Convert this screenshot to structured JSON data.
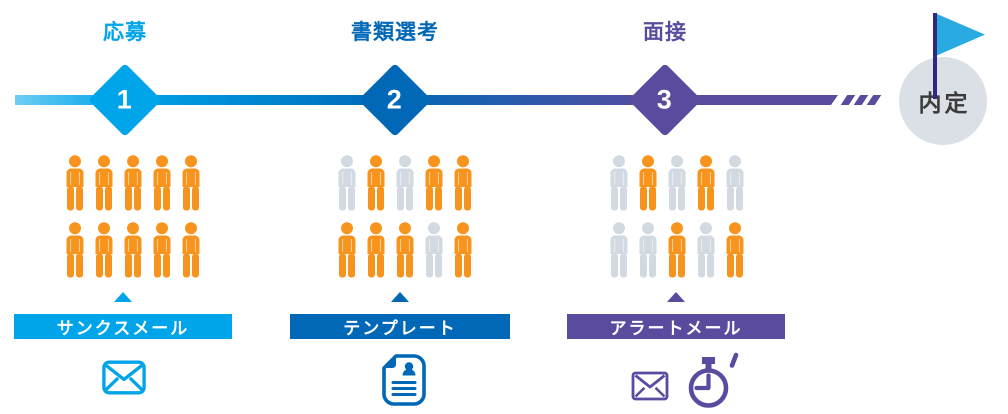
{
  "palette": {
    "step1": "#00a4e9",
    "step2": "#0068b7",
    "step3": "#5b4b9e",
    "line_start": "#6fcdf4",
    "person_active": "#f7941d",
    "person_inactive": "#d2d9e0",
    "goal_circle": "#dbe0e7",
    "goal_text": "#3a3a3a",
    "flag": "#29abe2",
    "flag_pole": "#312783"
  },
  "steps": [
    {
      "title": "応募",
      "number": "1",
      "tag": "サンクスメール",
      "icon": "envelope-icon",
      "people": [
        1,
        1,
        1,
        1,
        1,
        1,
        1,
        1,
        1,
        1
      ]
    },
    {
      "title": "書類選考",
      "number": "2",
      "tag": "テンプレート",
      "icon": "resume-document-icon",
      "people": [
        0,
        1,
        0,
        1,
        1,
        1,
        1,
        1,
        0,
        1
      ]
    },
    {
      "title": "面接",
      "number": "3",
      "tag": "アラートメール",
      "icon": "envelope-stopwatch-icon",
      "people": [
        0,
        1,
        0,
        1,
        0,
        0,
        0,
        1,
        0,
        1
      ]
    }
  ],
  "goal": {
    "label": "内定"
  }
}
